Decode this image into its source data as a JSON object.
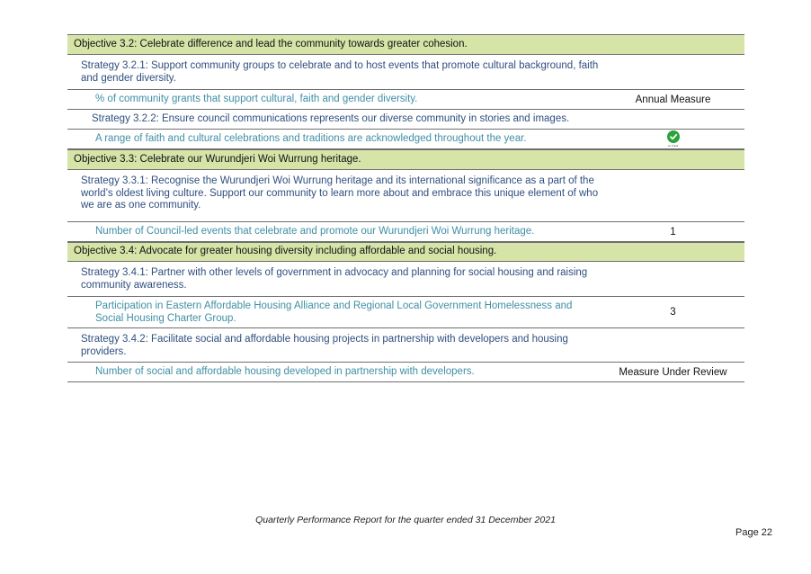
{
  "rows": [
    {
      "type": "objective",
      "text": "Objective 3.2: Celebrate difference and lead the community towards greater cohesion.",
      "value": ""
    },
    {
      "type": "strategy",
      "text": "Strategy 3.2.1: Support community groups to celebrate and to host events that promote cultural background, faith and gender diversity.",
      "value": ""
    },
    {
      "type": "measure",
      "text": "% of community grants that support cultural, faith and gender diversity.",
      "value": "Annual Measure"
    },
    {
      "type": "strategy",
      "text": "Strategy 3.2.2: Ensure council communications represents our diverse community in stories and images.",
      "value": ""
    },
    {
      "type": "measure",
      "text": "A range of faith and cultural celebrations and traditions are acknowledged throughout the year.",
      "value": "",
      "status_icon": "check-circle-icon",
      "status_color": "#2aa33a",
      "status_label": "on Track"
    },
    {
      "type": "objective",
      "text": "Objective 3.3: Celebrate our Wurundjeri Woi Wurrung heritage.",
      "value": ""
    },
    {
      "type": "strategy",
      "text": "Strategy 3.3.1:  Recognise the Wurundjeri Woi Wurrung heritage and its international significance as a part of the world’s oldest living culture. Support our community to learn more about and embrace this unique element of who we are as one community.",
      "value": ""
    },
    {
      "type": "measure",
      "text": "Number of Council-led events that celebrate and promote our Wurundjeri Woi Wurrung heritage.",
      "value": "1"
    },
    {
      "type": "objective",
      "text": "Objective 3.4: Advocate for greater housing diversity including affordable and social housing.",
      "value": ""
    },
    {
      "type": "strategy",
      "text": "Strategy 3.4.1: Partner with other levels of government in advocacy and planning for social housing and raising community awareness.",
      "value": ""
    },
    {
      "type": "measure",
      "text": "Participation in Eastern Affordable Housing Alliance and Regional Local Government Homelessness and Social Housing Charter Group.",
      "value": "3"
    },
    {
      "type": "strategy",
      "text": "Strategy 3.4.2: Facilitate social and affordable housing projects in partnership with developers and housing providers.",
      "value": ""
    },
    {
      "type": "measure",
      "text": "Number of social and affordable housing developed in partnership with developers.",
      "value": "Measure Under Review"
    }
  ],
  "footer": {
    "text": "Quarterly Performance Report for the quarter ended 31 December 2021",
    "page": "Page 22"
  },
  "colors": {
    "objective_bg": "#d6e4a8",
    "strategy_text": "#2f4f7f",
    "measure_text": "#3f8fa5"
  }
}
